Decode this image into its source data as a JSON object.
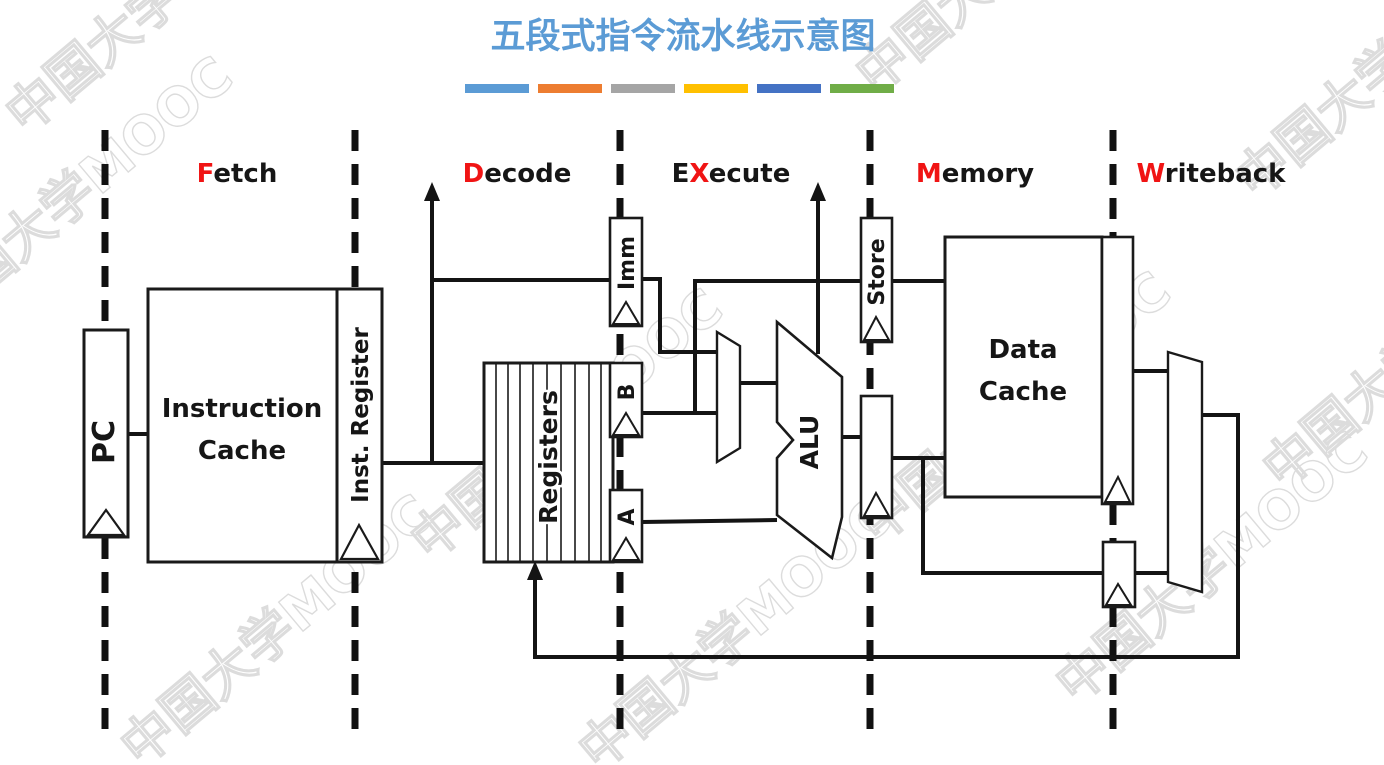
{
  "title": {
    "text": "五段式指令流水线示意图"
  },
  "theme": {
    "title_color": "#5B9BD5",
    "accent_red": "#f01414",
    "ink": "#161616",
    "watermark_color": "#d9d9d9",
    "bar_colors": [
      "#5B9BD5",
      "#ED7D31",
      "#A5A5A5",
      "#FFC000",
      "#4472C4",
      "#70AD47"
    ]
  },
  "stages": [
    {
      "name": "Fetch",
      "pre": "",
      "accent": "F",
      "rest": "etch"
    },
    {
      "name": "Decode",
      "pre": "",
      "accent": "D",
      "rest": "ecode"
    },
    {
      "name": "EXecute",
      "pre": "E",
      "accent": "X",
      "rest": "ecute"
    },
    {
      "name": "Memory",
      "pre": "",
      "accent": "M",
      "rest": "emory"
    },
    {
      "name": "Writeback",
      "pre": "",
      "accent": "W",
      "rest": "riteback"
    }
  ],
  "components": {
    "pc": "PC",
    "instruction_cache_line1": "Instruction",
    "instruction_cache_line2": "Cache",
    "inst_register": "Inst. Register",
    "registers": "Registers",
    "imm": "Imm",
    "b": "B",
    "a": "A",
    "alu": "ALU",
    "store": "Store",
    "data_cache_line1": "Data",
    "data_cache_line2": "Cache"
  },
  "watermark": {
    "text": "中国大学MOOC"
  }
}
